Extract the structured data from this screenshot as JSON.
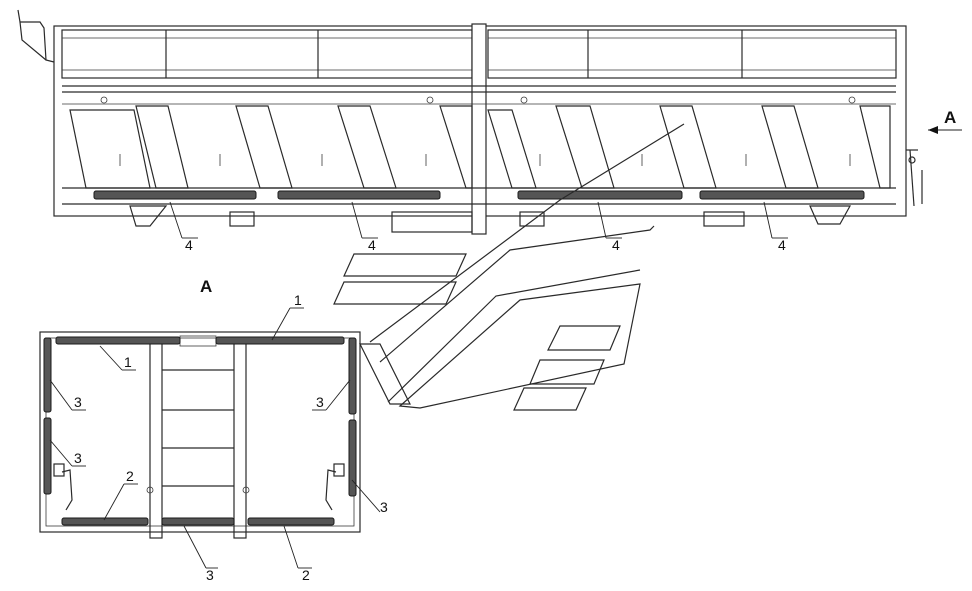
{
  "labels": {
    "view_marker": "A",
    "view_title": "A",
    "callouts": [
      "4",
      "4",
      "4",
      "4",
      "1",
      "1",
      "3",
      "3",
      "3",
      "3",
      "2",
      "3",
      "2"
    ]
  },
  "colors": {
    "line": "#2a2a2a",
    "rubber_pad": "#555555",
    "background": "#ffffff"
  }
}
